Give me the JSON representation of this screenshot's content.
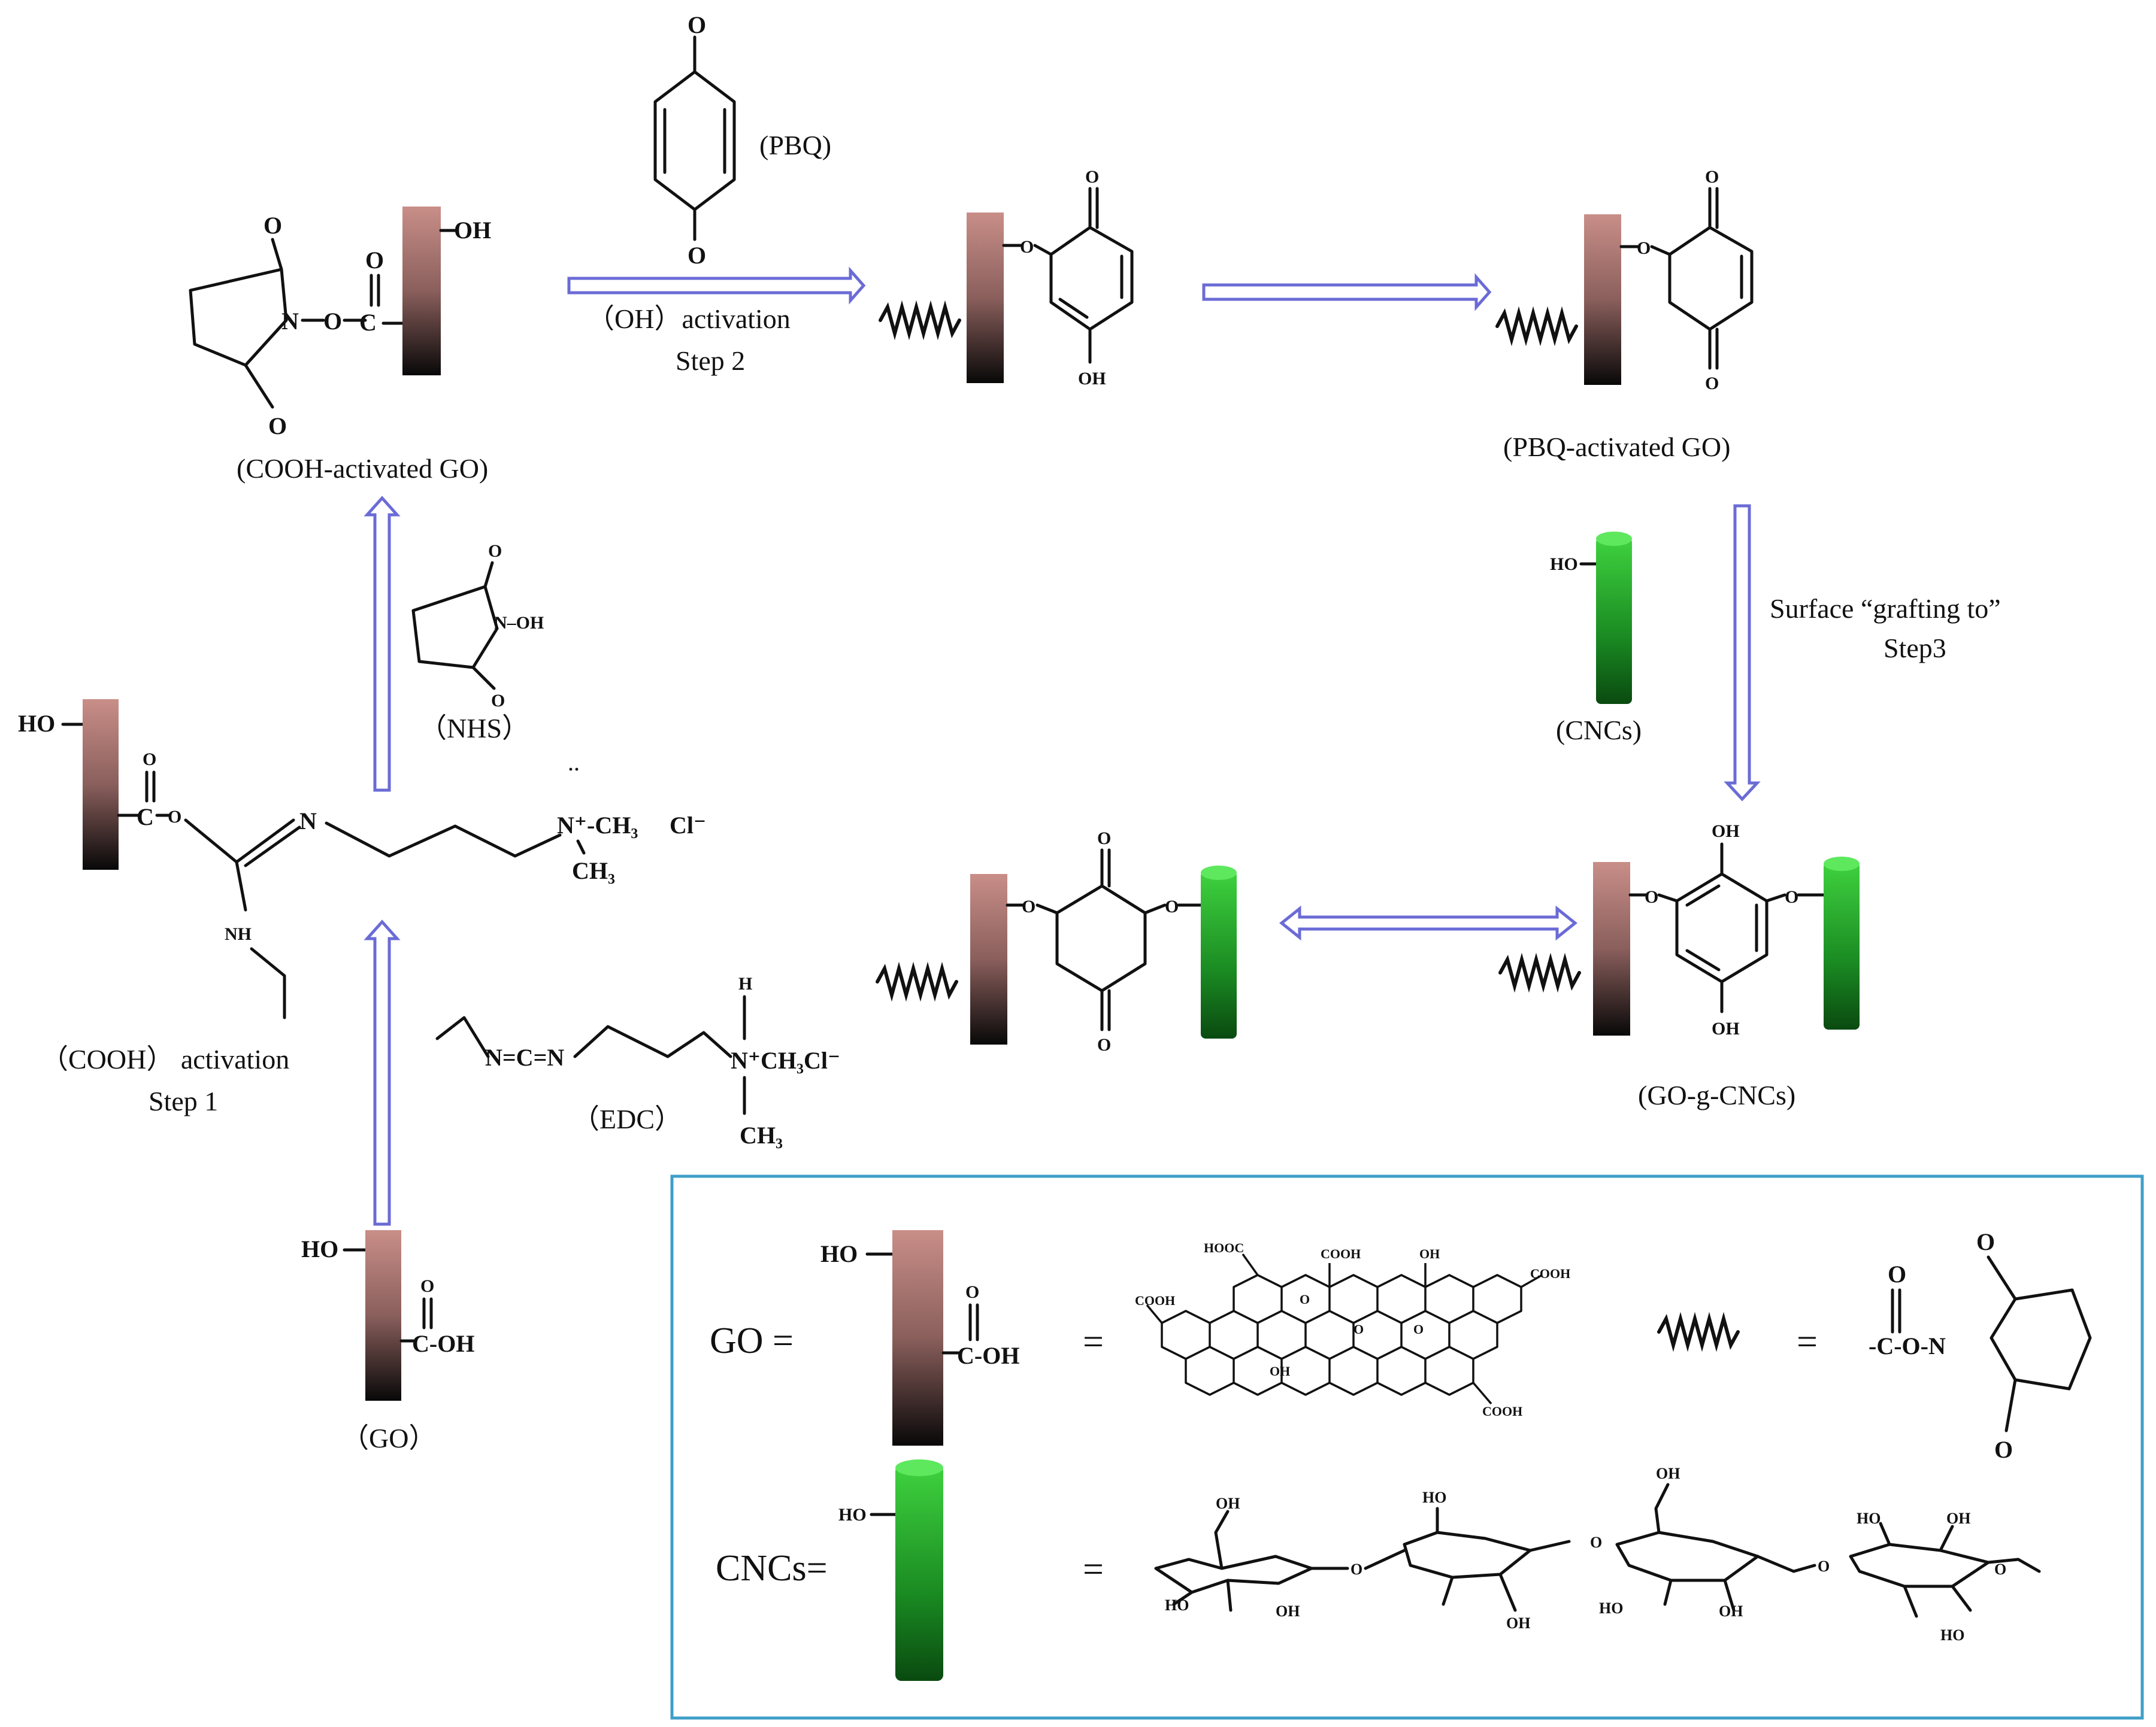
{
  "labels": {
    "pbq": "(PBQ)",
    "oh_activation": "（OH）activation",
    "step2": "Step 2",
    "cooh_activated_go": "(COOH-activated GO)",
    "pbq_activated_go": "(PBQ-activated GO)",
    "nhs": "（NHS）",
    "cncs": "(CNCs)",
    "surface_grafting": "Surface “grafting to”",
    "step3": "Step3",
    "cooh_activation": "（COOH） activation",
    "step1": "Step 1",
    "edc": "（EDC）",
    "go": "（GO）",
    "go_g_cncs": "(GO-g-CNCs)"
  },
  "atoms": {
    "OH": "OH",
    "HO": "HO",
    "O": "O",
    "N": "N",
    "NOH": "N–OH",
    "CH3": "CH₃",
    "Cl": "Cl⁻",
    "NH": "NH",
    "H": "H",
    "NCN": "N=C=N",
    "COOH": "COOH",
    "HOOC": "HOOC",
    "COH": "C-OH",
    "CO": "C-O",
    "Nplus_CH3": "N⁺-CH₃",
    "Nplus_CH3Cl": "N⁺CH₃Cl⁻",
    "C": "C"
  },
  "legend": {
    "go_eq": "GO =",
    "cncs_eq": "CNCs=",
    "equals": "=",
    "linker": "-C-O-N"
  },
  "colors": {
    "arrow_stroke": "#6b6bd6",
    "go_top": "#c98e88",
    "go_bottom": "#080808",
    "cnc_top": "#3fd23f",
    "cnc_bottom": "#0a4a10",
    "legend_border": "#3f9fc8"
  }
}
